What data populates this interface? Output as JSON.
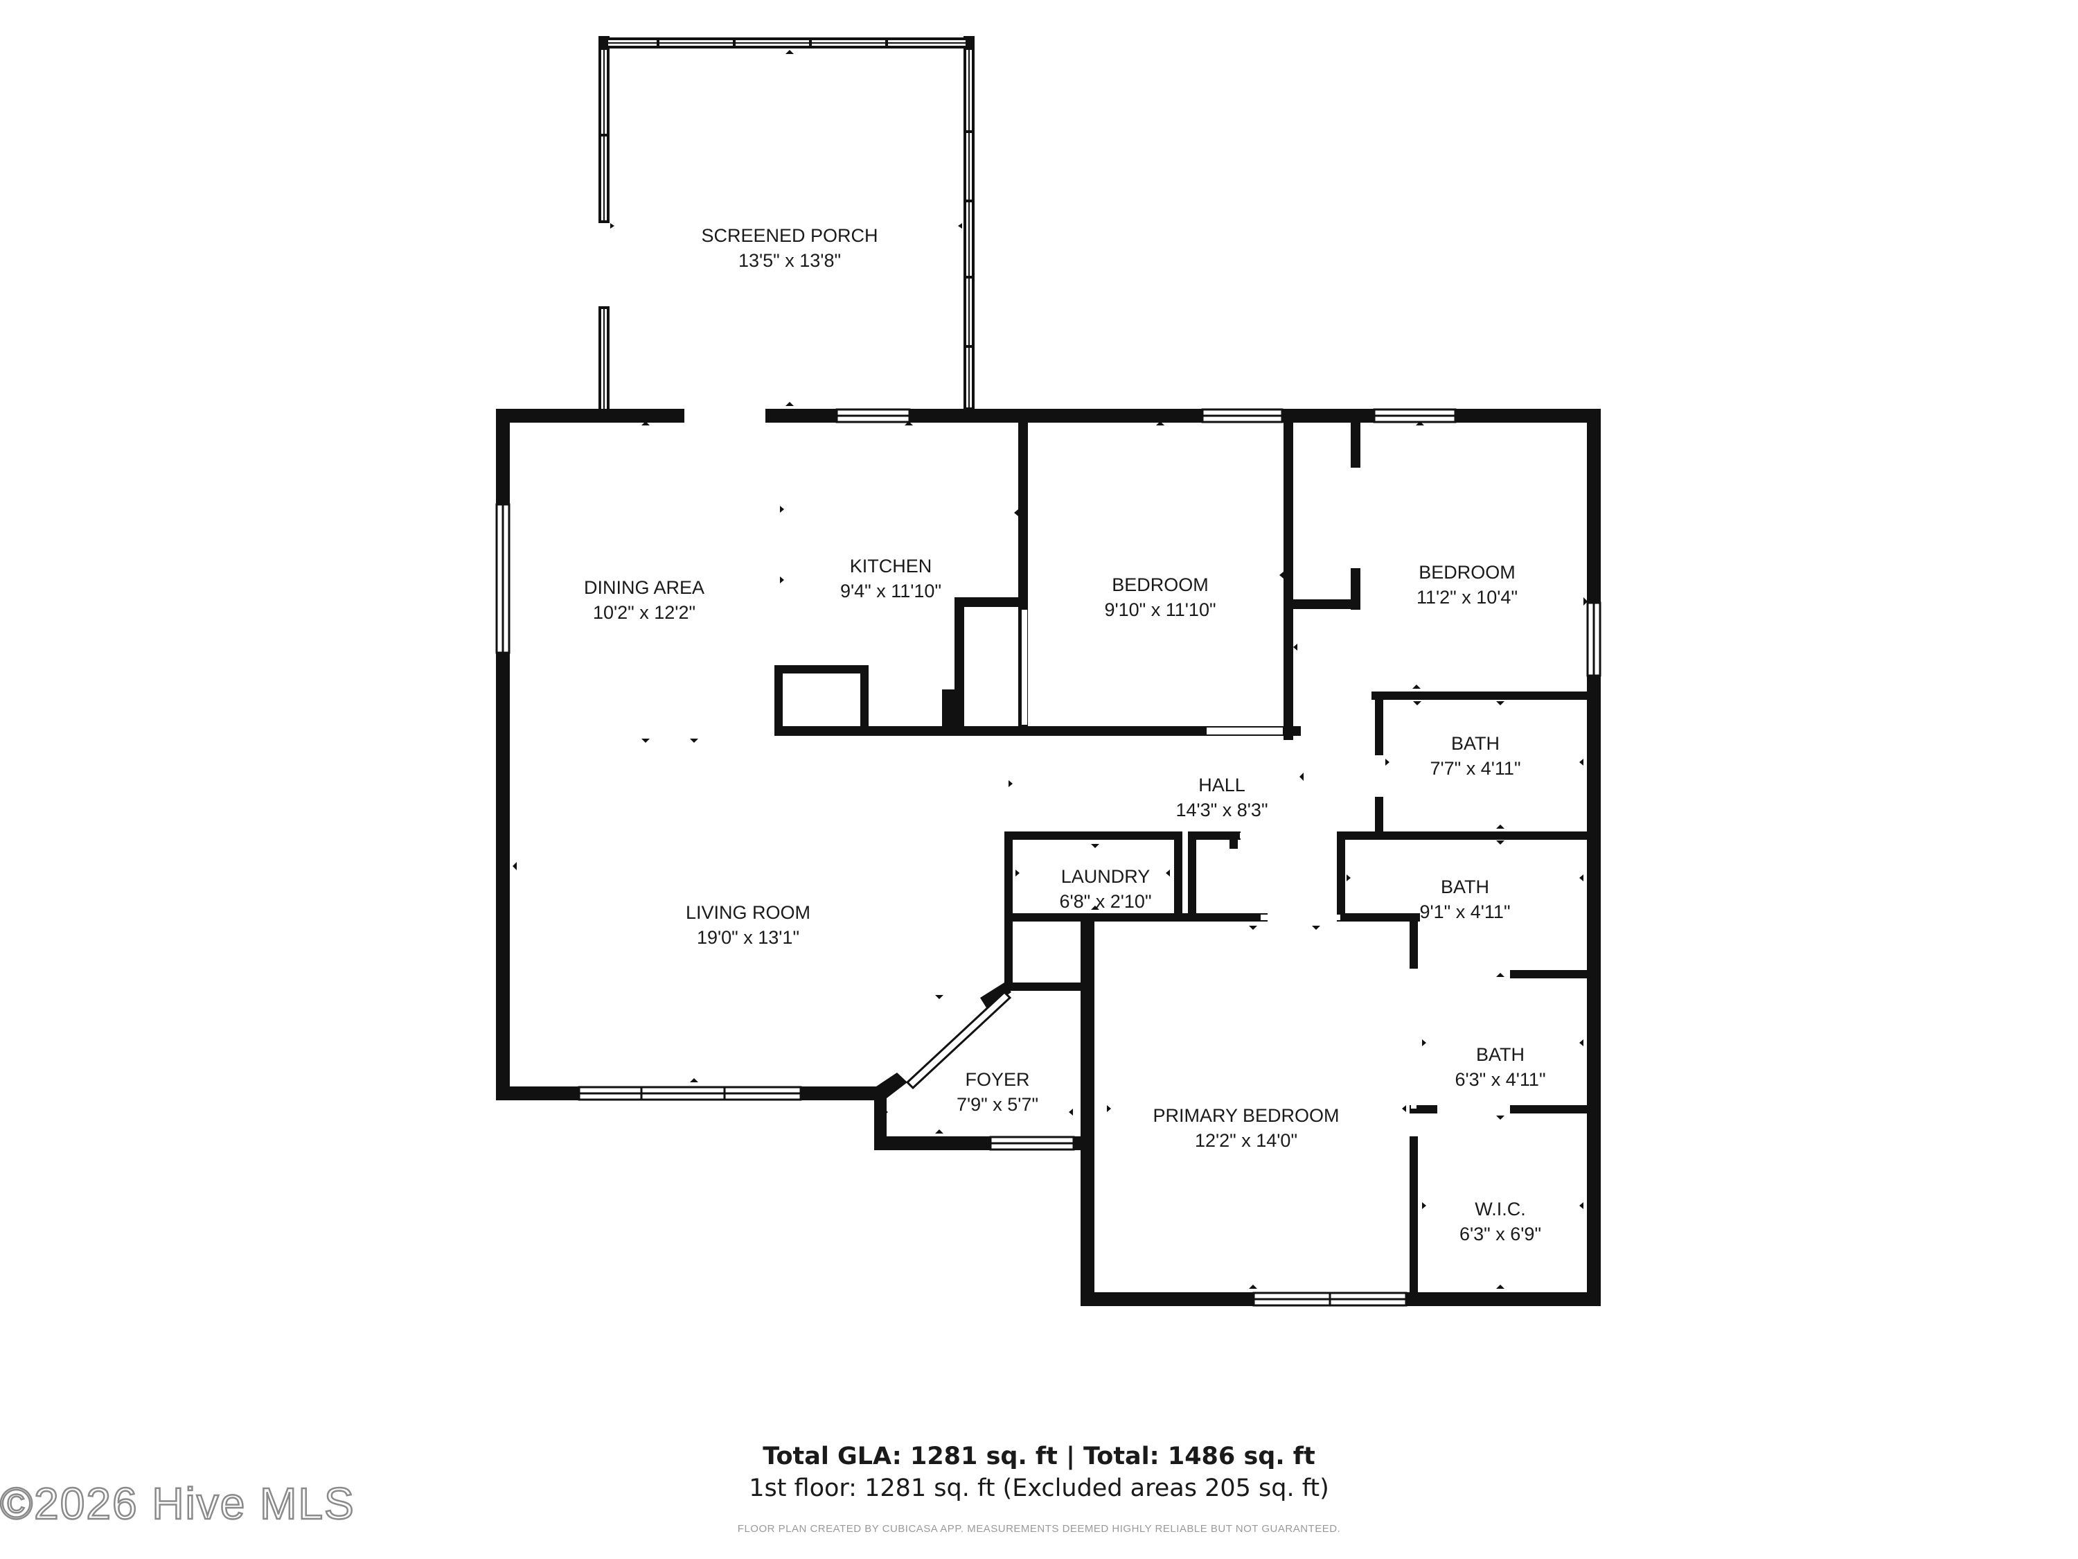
{
  "rooms": {
    "screened_porch": {
      "name": "SCREENED PORCH",
      "dims": "13'5\" x 13'8\""
    },
    "dining_area": {
      "name": "DINING AREA",
      "dims": "10'2\" x 12'2\""
    },
    "kitchen": {
      "name": "KITCHEN",
      "dims": "9'4\" x 11'10\""
    },
    "bedroom_1": {
      "name": "BEDROOM",
      "dims": "9'10\" x 11'10\""
    },
    "bedroom_2": {
      "name": "BEDROOM",
      "dims": "11'2\" x 10'4\""
    },
    "bath_1": {
      "name": "BATH",
      "dims": "7'7\" x 4'11\""
    },
    "hall": {
      "name": "HALL",
      "dims": "14'3\" x 8'3\""
    },
    "laundry": {
      "name": "LAUNDRY",
      "dims": "6'8\" x 2'10\""
    },
    "bath_2": {
      "name": "BATH",
      "dims": "9'1\" x 4'11\""
    },
    "living_room": {
      "name": "LIVING ROOM",
      "dims": "19'0\" x 13'1\""
    },
    "bath_3": {
      "name": "BATH",
      "dims": "6'3\" x 4'11\""
    },
    "foyer": {
      "name": "FOYER",
      "dims": "7'9\" x 5'7\""
    },
    "primary_bedroom": {
      "name": "PRIMARY BEDROOM",
      "dims": "12'2\" x 14'0\""
    },
    "wic": {
      "name": "W.I.C.",
      "dims": "6'3\" x 6'9\""
    }
  },
  "totals": {
    "main": "Total GLA: 1281 sq. ft | Total: 1486 sq. ft",
    "sub": "1st floor: 1281 sq. ft (Excluded areas 205 sq. ft)"
  },
  "disclaimer": "FLOOR PLAN CREATED BY CUBICASA APP. MEASUREMENTS DEEMED HIGHLY RELIABLE BUT NOT GUARANTEED.",
  "watermark": "©2026 Hive MLS",
  "colors": {
    "wall": "#111111",
    "window": "#ffffff",
    "text": "#1a1a1a",
    "background": "#ffffff"
  }
}
